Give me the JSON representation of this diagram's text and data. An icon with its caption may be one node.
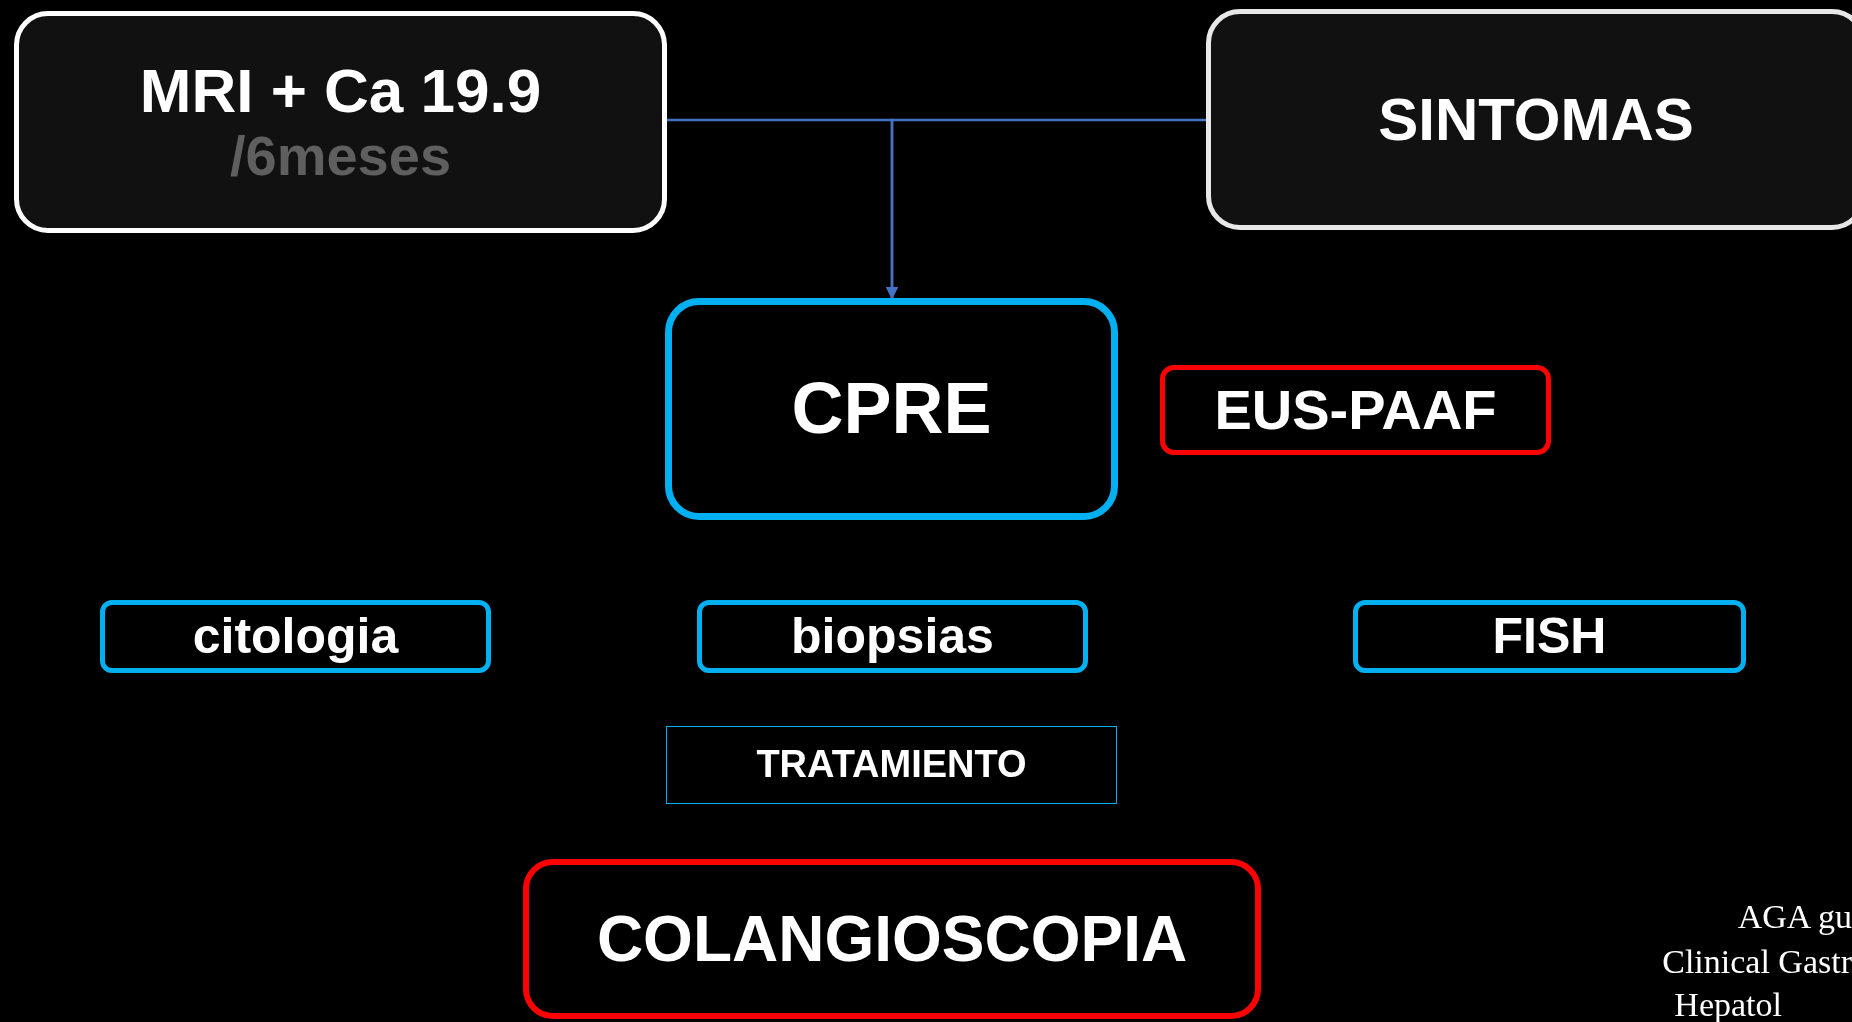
{
  "diagram": {
    "nodes": [
      {
        "text": [
          "MRI + Ca 19.9",
          "/6meses"
        ]
      },
      {
        "text": [
          "SINTOMAS"
        ]
      },
      {
        "text": [
          "CPRE"
        ]
      },
      {
        "text": [
          "EUS-PAAF"
        ]
      },
      {
        "text": [
          "citologia"
        ]
      },
      {
        "text": [
          "biopsias"
        ]
      },
      {
        "text": [
          "FISH"
        ]
      },
      {
        "text": [
          "TRATAMIENTO"
        ]
      },
      {
        "text": [
          "COLANGIOSCOPIA"
        ]
      }
    ],
    "edges": [
      {
        "from": 0,
        "to": 2,
        "arrow": "to"
      },
      {
        "from": 1,
        "to": 2,
        "arrow": "to"
      }
    ],
    "labels": [
      "AGA gu",
      "Clinical Gastr",
      "Hepatol"
    ]
  }
}
